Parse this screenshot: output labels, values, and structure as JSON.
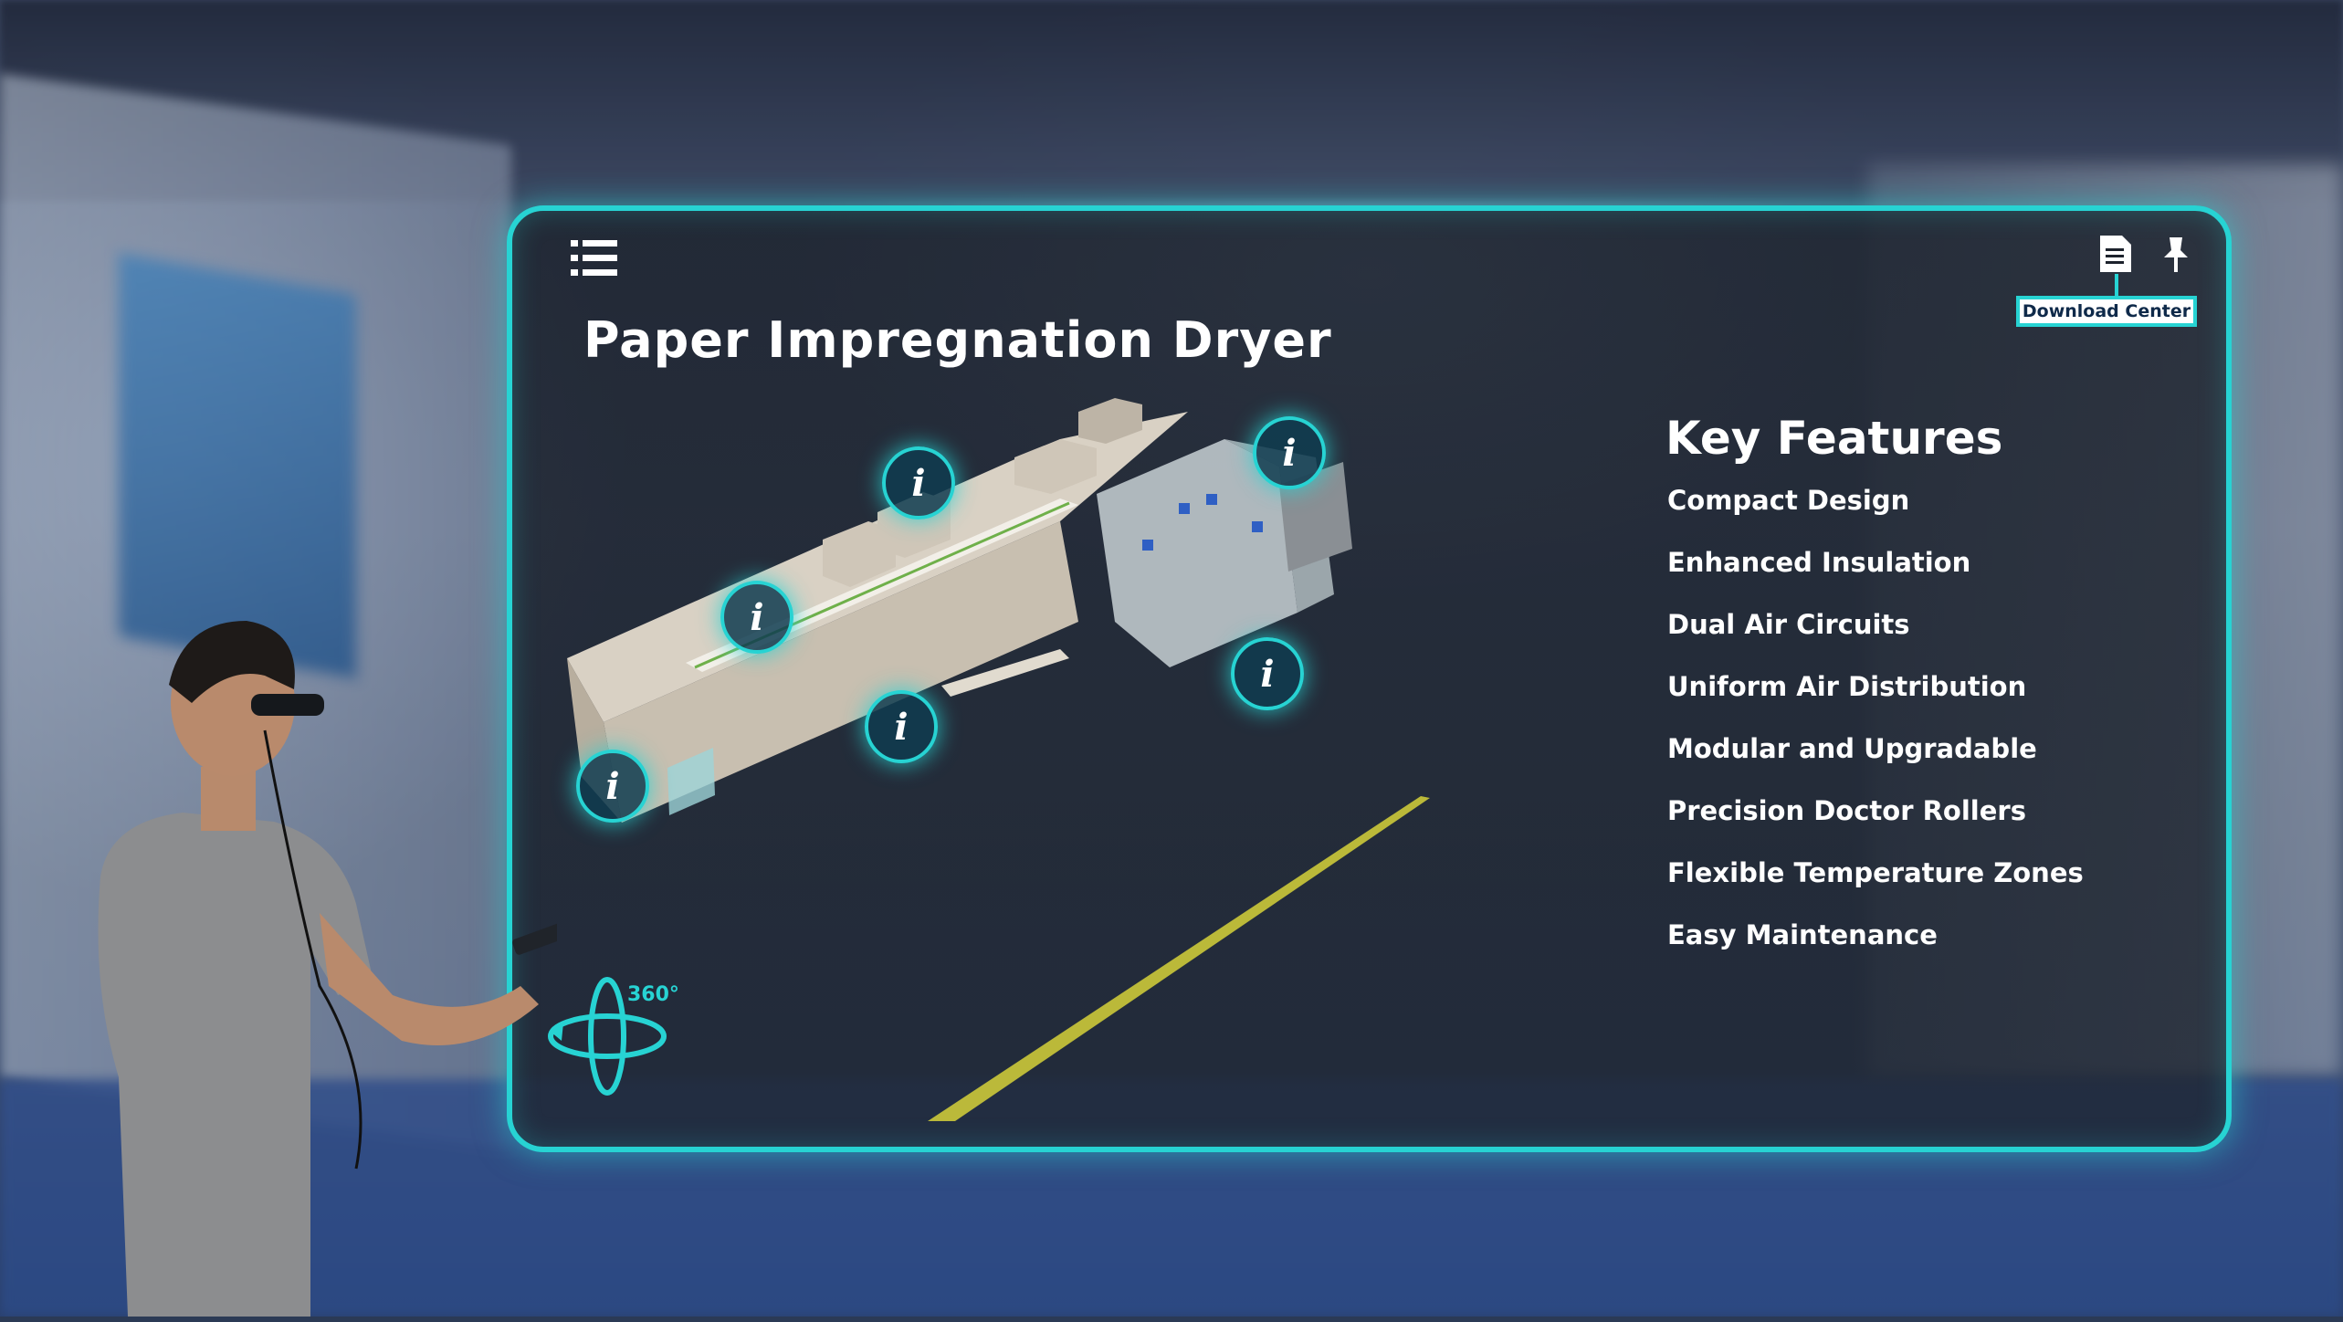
{
  "panel": {
    "title": "Paper Impregnation Dryer",
    "download_center_label": "Download Center",
    "rotate_label": "360°"
  },
  "features": {
    "heading": "Key Features",
    "items": [
      "Compact Design",
      "Enhanced Insulation",
      "Dual Air Circuits",
      "Uniform Air Distribution",
      "Modular and Upgradable",
      "Precision Doctor Rollers",
      "Flexible Temperature Zones",
      "Easy Maintenance"
    ]
  },
  "hotspots": [
    {
      "label": "i"
    },
    {
      "label": "i"
    },
    {
      "label": "i"
    },
    {
      "label": "i"
    },
    {
      "label": "i"
    },
    {
      "label": "i"
    }
  ],
  "icons": {
    "menu": "list-icon",
    "document": "document-icon",
    "pin": "pin-icon",
    "rotate": "rotate-360-icon"
  },
  "colors": {
    "accent": "#27d3d3",
    "panel_bg": "#1c222c",
    "beam": "#d6d23a"
  }
}
